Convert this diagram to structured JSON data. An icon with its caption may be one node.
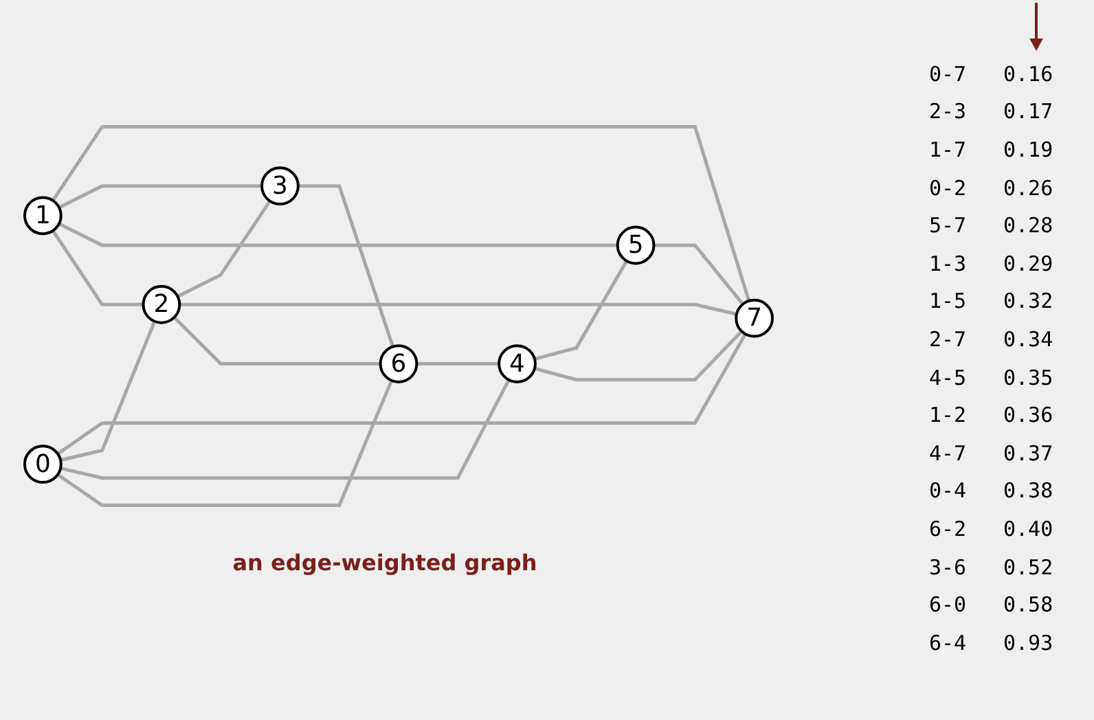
{
  "diagram": {
    "caption": "an edge-weighted graph",
    "nodes": [
      {
        "text": [
          "0"
        ]
      },
      {
        "text": [
          "1"
        ]
      },
      {
        "text": [
          "2"
        ]
      },
      {
        "text": [
          "3"
        ]
      },
      {
        "text": [
          "4"
        ]
      },
      {
        "text": [
          "5"
        ]
      },
      {
        "text": [
          "6"
        ]
      },
      {
        "text": [
          "7"
        ]
      }
    ],
    "edges": [
      {
        "from": 0,
        "to": 7,
        "arrow": "none"
      },
      {
        "from": 2,
        "to": 3,
        "arrow": "none"
      },
      {
        "from": 1,
        "to": 7,
        "arrow": "none"
      },
      {
        "from": 0,
        "to": 2,
        "arrow": "none"
      },
      {
        "from": 5,
        "to": 7,
        "arrow": "none"
      },
      {
        "from": 1,
        "to": 3,
        "arrow": "none"
      },
      {
        "from": 1,
        "to": 5,
        "arrow": "none"
      },
      {
        "from": 2,
        "to": 7,
        "arrow": "none"
      },
      {
        "from": 4,
        "to": 5,
        "arrow": "none"
      },
      {
        "from": 1,
        "to": 2,
        "arrow": "none"
      },
      {
        "from": 4,
        "to": 7,
        "arrow": "none"
      },
      {
        "from": 0,
        "to": 4,
        "arrow": "none"
      },
      {
        "from": 6,
        "to": 2,
        "arrow": "none"
      },
      {
        "from": 3,
        "to": 6,
        "arrow": "none"
      },
      {
        "from": 6,
        "to": 0,
        "arrow": "none"
      },
      {
        "from": 6,
        "to": 4,
        "arrow": "none"
      }
    ],
    "labels": [
      "0-7",
      "0.16",
      "2-3",
      "0.17",
      "1-7",
      "0.19",
      "0-2",
      "0.26",
      "5-7",
      "0.28",
      "1-3",
      "0.29",
      "1-5",
      "0.32",
      "2-7",
      "0.34",
      "4-5",
      "0.35",
      "1-2",
      "0.36",
      "4-7",
      "0.37",
      "0-4",
      "0.38",
      "6-2",
      "0.40",
      "3-6",
      "0.52",
      "6-0",
      "0.58",
      "6-4",
      "0.93"
    ]
  }
}
